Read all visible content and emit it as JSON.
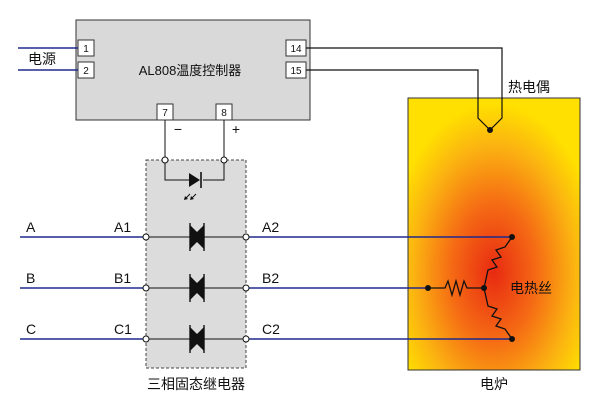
{
  "controller": {
    "label": "AL808温度控制器",
    "terminals": {
      "t1": "1",
      "t2": "2",
      "t14": "14",
      "t15": "15",
      "t7": "7",
      "t8": "8"
    },
    "minus": "−",
    "plus": "+"
  },
  "power_label": "电源",
  "thermocouple_label": "热电偶",
  "furnace_label": "电炉",
  "heater_label": "电热丝",
  "ssr_label": "三相固态继电器",
  "phases": [
    {
      "line": "A",
      "in": "A1",
      "out": "A2"
    },
    {
      "line": "B",
      "in": "B1",
      "out": "B2"
    },
    {
      "line": "C",
      "in": "C1",
      "out": "C2"
    }
  ],
  "colors": {
    "wire_blue": "#1f2a8c",
    "wire_black": "#111111",
    "controller_fill": "#d9d9d9",
    "relay_fill": "#dcdcdc",
    "furnace_center": "#e82a12",
    "furnace_edge": "#ffe000"
  }
}
